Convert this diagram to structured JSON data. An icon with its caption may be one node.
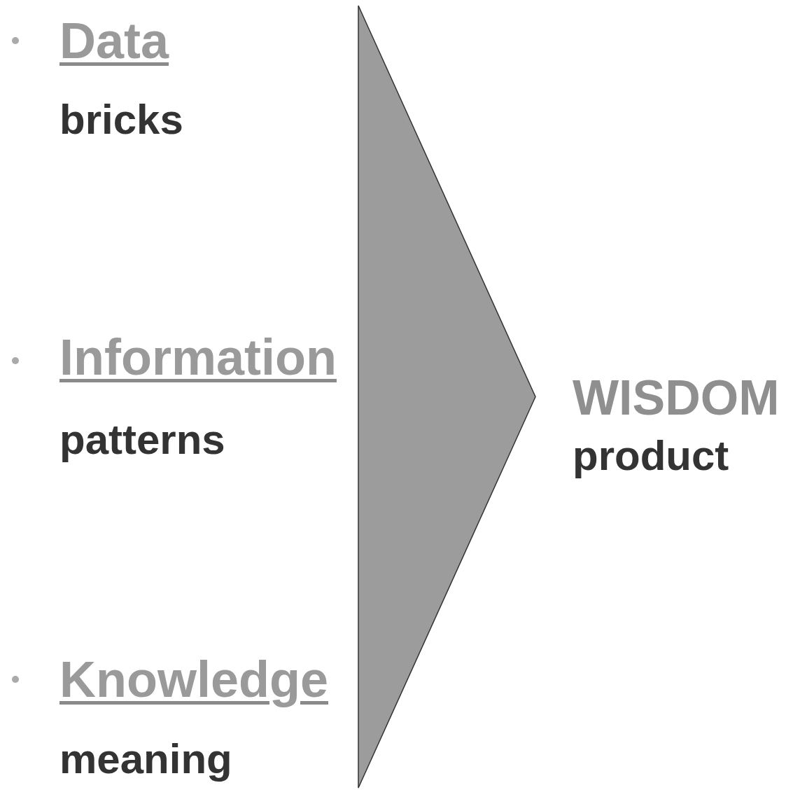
{
  "diagram": {
    "nodes": [
      {
        "text": [],
        "shape": "triangle"
      }
    ],
    "labels": [
      "Data",
      "bricks",
      "Information",
      "patterns",
      "Knowledge",
      "meaning",
      "WISDOM",
      "product"
    ]
  }
}
